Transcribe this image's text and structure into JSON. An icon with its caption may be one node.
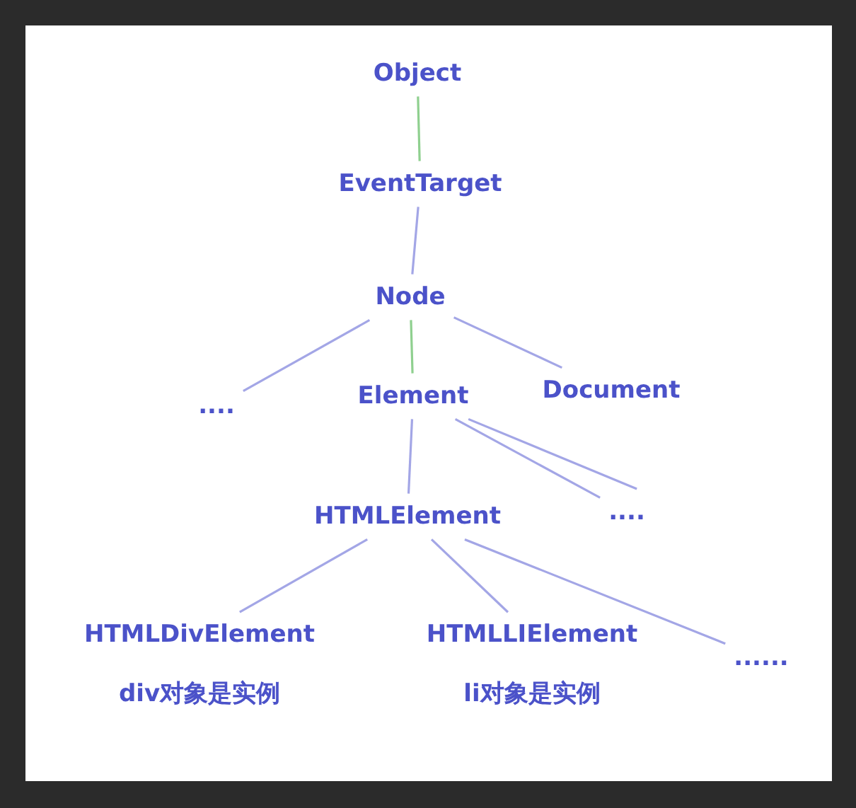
{
  "diagram": {
    "nodes": [
      {
        "text": [
          "Object"
        ]
      },
      {
        "text": [
          "EventTarget"
        ]
      },
      {
        "text": [
          "Node"
        ]
      },
      {
        "text": [
          "...."
        ]
      },
      {
        "text": [
          "Element"
        ]
      },
      {
        "text": [
          "Document"
        ]
      },
      {
        "text": [
          "HTMLElement"
        ]
      },
      {
        "text": [
          "...."
        ]
      },
      {
        "text": [
          "HTMLDivElement"
        ],
        "beside": [
          "div对象是实例"
        ]
      },
      {
        "text": [
          "HTMLLIElement"
        ],
        "beside": [
          "li对象是实例"
        ]
      },
      {
        "text": [
          "......"
        ]
      }
    ],
    "edges": [
      {
        "from": 0,
        "to": 1,
        "arrow": "none",
        "color": "#8fd08f"
      },
      {
        "from": 1,
        "to": 2,
        "arrow": "none"
      },
      {
        "from": 2,
        "to": 3,
        "arrow": "none"
      },
      {
        "from": 2,
        "to": 4,
        "arrow": "none",
        "color": "#8fd08f"
      },
      {
        "from": 2,
        "to": 5,
        "arrow": "none"
      },
      {
        "from": 4,
        "to": 6,
        "arrow": "none"
      },
      {
        "from": 4,
        "to": 7,
        "arrow": "none"
      },
      {
        "from": 4,
        "to": 7,
        "arrow": "none"
      },
      {
        "from": 6,
        "to": 8,
        "arrow": "none"
      },
      {
        "from": 6,
        "to": 9,
        "arrow": "none"
      },
      {
        "from": 6,
        "to": 10,
        "arrow": "none"
      }
    ]
  }
}
